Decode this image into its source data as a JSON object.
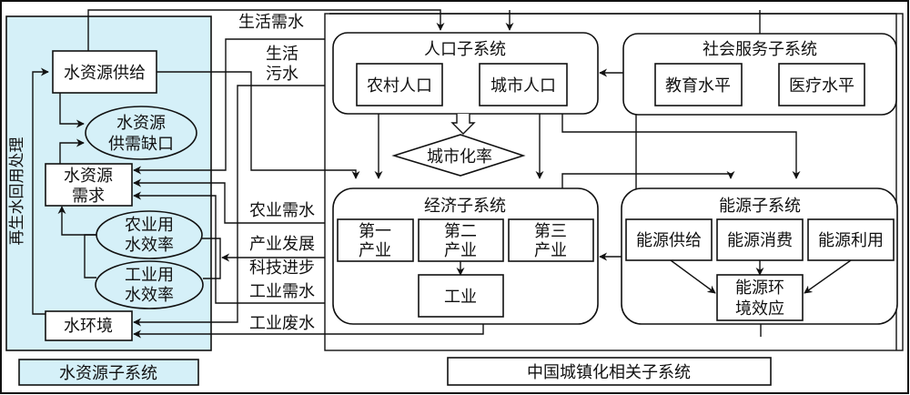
{
  "colors": {
    "water_panel": "#d5f0f8",
    "stroke": "#111111",
    "background": "#ffffff"
  },
  "water_subsystem": {
    "label": "水资源子系统",
    "vertical_label": "再生水回用处理",
    "nodes": {
      "supply": "水资源供给",
      "gap_line1": "水资源",
      "gap_line2": "供需缺口",
      "demand_line1": "水资源",
      "demand_line2": "需求",
      "agri_eff_line1": "农业用",
      "agri_eff_line2": "水效率",
      "ind_eff_line1": "工业用",
      "ind_eff_line2": "水效率",
      "environment": "水环境"
    }
  },
  "flows": {
    "domestic_demand": "生活需水",
    "domestic_sewage_line1": "生活",
    "domestic_sewage_line2": "污水",
    "agri_demand": "农业需水",
    "industry_dev": "产业发展",
    "tech_progress": "科技进步",
    "ind_demand": "工业需水",
    "ind_wastewater": "工业废水"
  },
  "urbanization_system": {
    "label": "中国城镇化相关子系统",
    "population": {
      "title": "人口子系统",
      "rural": "农村人口",
      "urban": "城市人口",
      "rate": "城市化率"
    },
    "social": {
      "title": "社会服务子系统",
      "education": "教育水平",
      "medical": "医疗水平"
    },
    "economy": {
      "title": "经济子系统",
      "primary_line1": "第一",
      "primary_line2": "产业",
      "secondary_line1": "第二",
      "secondary_line2": "产业",
      "tertiary_line1": "第三",
      "tertiary_line2": "产业",
      "industry": "工业"
    },
    "energy": {
      "title": "能源子系统",
      "supply": "能源供给",
      "consumption": "能源消费",
      "utilization": "能源利用",
      "effect_line1": "能源环",
      "effect_line2": "境效应"
    }
  }
}
